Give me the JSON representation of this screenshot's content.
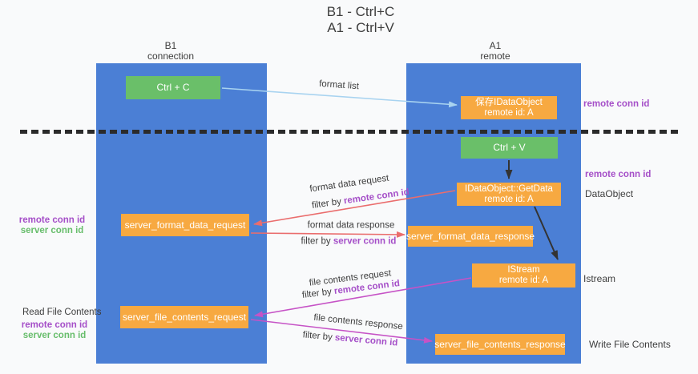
{
  "title": {
    "line1": "B1 - Ctrl+C",
    "line2": "A1 - Ctrl+V"
  },
  "colors": {
    "lane_blue": "#4b7fd5",
    "box_orange": "#f7a941",
    "box_green": "#6abf69",
    "arrow_salmon": "#ea6d6d",
    "arrow_magenta": "#c653c6",
    "arrow_lightblue": "#a8d3f0",
    "arrow_black": "#333333",
    "text_purple": "#a54fc8",
    "text_green": "#67bd6b",
    "text_dark": "#3d3d3d",
    "background": "#f9fafb",
    "dash_line": "#2b2b2b"
  },
  "lanes": {
    "left": {
      "title_line1": "B1",
      "title_line2": "connection"
    },
    "right": {
      "title_line1": "A1",
      "title_line2": "remote"
    }
  },
  "nodes": {
    "ctrl_c": {
      "label": "Ctrl + C"
    },
    "save_idataobject": {
      "line1": "保存IDataObject",
      "line2": "remote id: A"
    },
    "ctrl_v": {
      "label": "Ctrl + V"
    },
    "getdata": {
      "line1": "IDataObject::GetData",
      "line2": "remote id: A"
    },
    "format_request": {
      "label": "server_format_data_request"
    },
    "format_response": {
      "label": "server_format_data_response"
    },
    "istream": {
      "line1": "IStream",
      "line2": "remote id: A"
    },
    "file_request": {
      "label": "server_file_contents_request"
    },
    "file_response": {
      "label": "server_file_contents_response"
    }
  },
  "edge_labels": {
    "format_list": "format list",
    "format_data_request": "format data request",
    "format_data_request_filter_prefix": "filter by",
    "format_data_request_filter_id": "remote conn id",
    "format_data_response": "format data response",
    "format_data_response_filter_prefix": "filter by",
    "format_data_response_filter_id": "server conn id",
    "file_contents_request": "file contents request",
    "file_contents_request_filter_prefix": "filter by",
    "file_contents_request_filter_id": "remote conn id",
    "file_contents_response": "file contents response",
    "file_contents_response_filter_prefix": "filter by",
    "file_contents_response_filter_id": "server conn id"
  },
  "side_labels": {
    "right_remote_conn_id_top": "remote conn id",
    "right_remote_conn_id_mid": "remote conn id",
    "right_dataobject": "DataObject",
    "right_istream": "Istream",
    "right_write_file_contents": "Write File Contents",
    "left_remote_conn_id_mid": "remote conn id",
    "left_server_conn_id_mid": "server conn id",
    "left_read_file_contents": "Read File Contents",
    "left_remote_conn_id_bottom": "remote conn id",
    "left_server_conn_id_bottom": "server conn id"
  }
}
